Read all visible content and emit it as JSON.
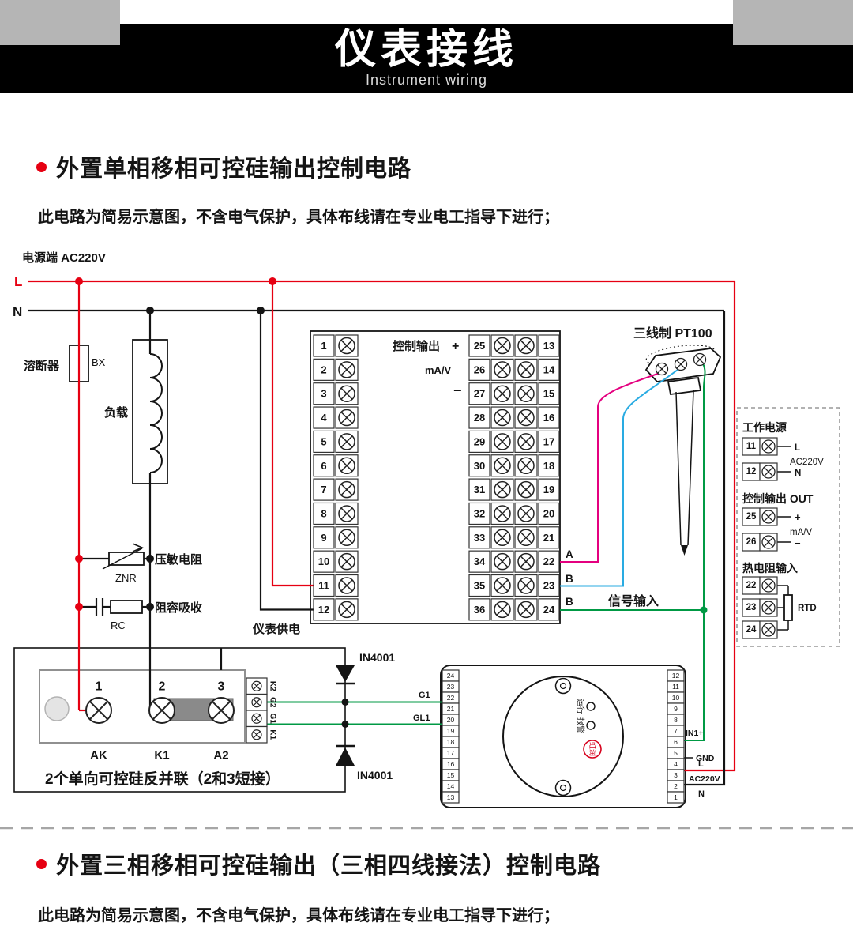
{
  "header": {
    "title": "仪表接线",
    "subtitle": "Instrument wiring"
  },
  "sections": [
    {
      "title": "外置单相移相可控硅输出控制电路",
      "note": "此电路为简易示意图，不含电气保护，具体布线请在专业电工指导下进行；"
    },
    {
      "title": "外置三相移相可控硅输出（三相四线接法）控制电路",
      "note": "此电路为简易示意图，不含电气保护，具体布线请在专业电工指导下进行；"
    }
  ],
  "diagram": {
    "power_label": "电源端  AC220V",
    "l_label": "L",
    "n_label": "N",
    "fuse_label": "溶断器",
    "fuse_code": "BX",
    "load_label": "负载",
    "varistor_label": "压敏电阻",
    "varistor_code": "ZNR",
    "rc_label": "阻容吸收",
    "rc_code": "RC",
    "meter_supply_label": "仪表供电",
    "terminal_block": {
      "left_numbers": [
        "1",
        "2",
        "3",
        "4",
        "5",
        "6",
        "7",
        "8",
        "9",
        "10",
        "11",
        "12"
      ],
      "mid_numbers": [
        "25",
        "26",
        "27",
        "28",
        "29",
        "30",
        "31",
        "32",
        "33",
        "34",
        "35",
        "36"
      ],
      "right_numbers": [
        "13",
        "14",
        "15",
        "16",
        "17",
        "18",
        "19",
        "20",
        "21",
        "22",
        "23",
        "24"
      ],
      "control_output_label": "控制输出",
      "plus": "+",
      "minus": "−",
      "mav_label": "mA/V",
      "row_a": "A",
      "row_b1": "B",
      "row_b2": "B",
      "signal_input_label": "信号输入"
    },
    "sensor": {
      "label": "三线制 PT100"
    },
    "scr_module": {
      "terminals": [
        "1",
        "2",
        "3"
      ],
      "bottom_labels": [
        "AK",
        "K1",
        "A2"
      ],
      "strip_labels": [
        "K2",
        "G2",
        "G1",
        "K1"
      ],
      "caption": "2个单向可控硅反并联（2和3短接）",
      "diode_label_top": "IN4001",
      "diode_label_bottom": "IN4001",
      "g1": "G1",
      "gl1": "GL1"
    },
    "controller": {
      "left_numbers": [
        "24",
        "23",
        "22",
        "21",
        "20",
        "19",
        "18",
        "17",
        "16",
        "15",
        "14",
        "13"
      ],
      "right_numbers": [
        "12",
        "11",
        "10",
        "9",
        "8",
        "7",
        "6",
        "5",
        "4",
        "3",
        "2",
        "1"
      ],
      "run_label": "运行",
      "alarm_label": "报警",
      "brand": "虹润",
      "in1": "IN1+",
      "gnd": "GND",
      "l": "L",
      "ac": "AC220V",
      "n": "N"
    },
    "info_box": {
      "power_title": "工作电源",
      "power_terms": [
        "11",
        "12"
      ],
      "power_l": "L",
      "power_ac": "AC220V",
      "power_n": "N",
      "out_title": "控制输出 OUT",
      "out_terms": [
        "25",
        "26"
      ],
      "out_plus": "+",
      "out_mav": "mA/V",
      "out_minus": "−",
      "rtd_title": "热电阻输入",
      "rtd_terms": [
        "22",
        "23",
        "24"
      ],
      "rtd_label": "RTD"
    },
    "colors": {
      "red": "#e60012",
      "magenta": "#e4007f",
      "cyan": "#29abe2",
      "green": "#009944",
      "black": "#141414"
    }
  }
}
